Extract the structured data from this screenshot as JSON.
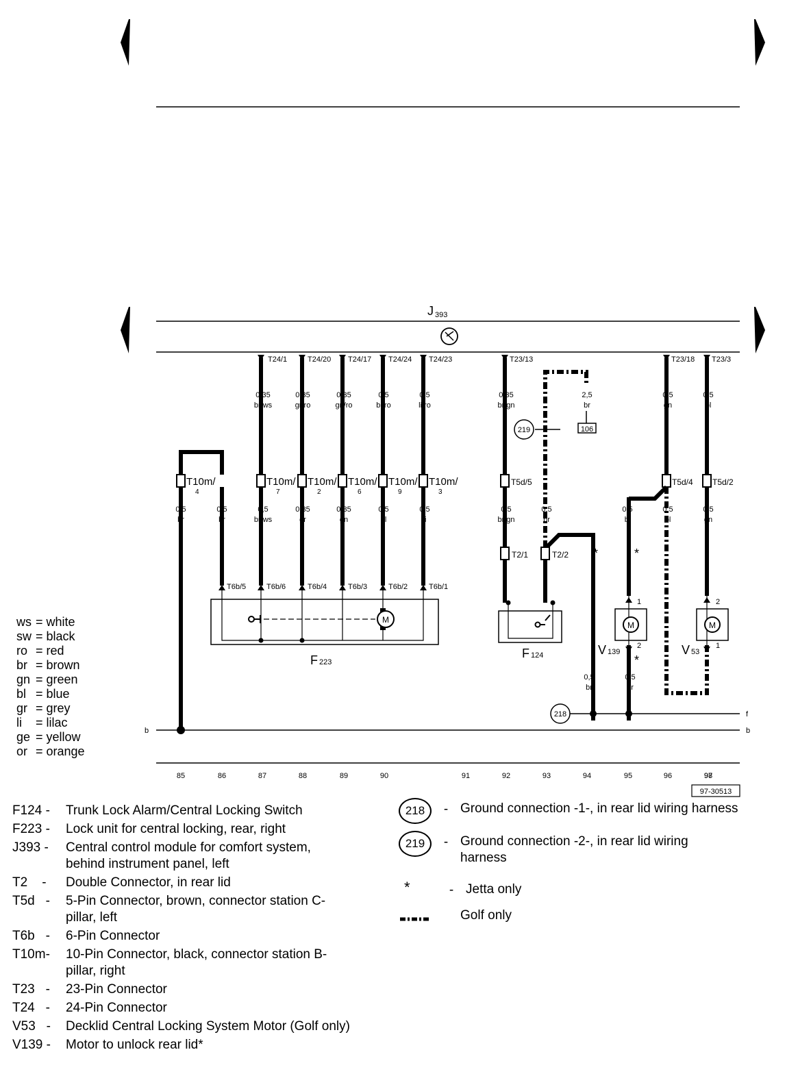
{
  "module": {
    "name": "J",
    "sub": "393"
  },
  "top_pins": [
    {
      "label": "T24/1"
    },
    {
      "label": "T24/20"
    },
    {
      "label": "T24/17"
    },
    {
      "label": "T24/24"
    },
    {
      "label": "T24/23"
    },
    {
      "label": "T23/13"
    },
    {
      "label": "T23/18"
    },
    {
      "label": "T23/3"
    }
  ],
  "upper_wires": [
    {
      "size": "0,35",
      "color": "br/ws"
    },
    {
      "size": "0,35",
      "color": "gr/ro"
    },
    {
      "size": "0,35",
      "color": "gn/ro"
    },
    {
      "size": "0,5",
      "color": "bl/ro"
    },
    {
      "size": "0,5",
      "color": "li/ro"
    },
    {
      "size": "0,35",
      "color": "br/gn"
    },
    {
      "size": "2,5",
      "color": "br"
    },
    {
      "size": "0,5",
      "color": "gn"
    },
    {
      "size": "0,5",
      "color": "bl"
    }
  ],
  "t10_connectors": [
    {
      "main": "T10m/",
      "pin": "4"
    },
    {
      "main": "T10m/",
      "pin": "7"
    },
    {
      "main": "T10m/",
      "pin": "2"
    },
    {
      "main": "T10m/",
      "pin": "6"
    },
    {
      "main": "T10m/",
      "pin": "9"
    },
    {
      "main": "T10m/",
      "pin": "3"
    }
  ],
  "t5_connectors": [
    {
      "label": "T5d/5"
    },
    {
      "label": "T5d/4"
    },
    {
      "label": "T5d/2"
    }
  ],
  "mid_wires": [
    {
      "size": "0,5",
      "color": "br"
    },
    {
      "size": "0,5",
      "color": "br"
    },
    {
      "size": "0,5",
      "color": "br/ws"
    },
    {
      "size": "0,35",
      "color": "gr"
    },
    {
      "size": "0,35",
      "color": "gn"
    },
    {
      "size": "0,5",
      "color": "bl"
    },
    {
      "size": "0,5",
      "color": "li"
    },
    {
      "size": "0,5",
      "color": "br/gn"
    },
    {
      "size": "0,5",
      "color": "br"
    },
    {
      "size": "0,5",
      "color": "bl"
    },
    {
      "size": "0,5",
      "color": "bl"
    },
    {
      "size": "0,5",
      "color": "gn"
    }
  ],
  "t2_connectors": [
    {
      "label": "T2/1"
    },
    {
      "label": "T2/2"
    }
  ],
  "t6_pins": [
    {
      "label": "T6b/5"
    },
    {
      "label": "T6b/6"
    },
    {
      "label": "T6b/4"
    },
    {
      "label": "T6b/3"
    },
    {
      "label": "T6b/2"
    },
    {
      "label": "T6b/1"
    }
  ],
  "lower_wires": [
    {
      "size": "0,5",
      "color": "br"
    },
    {
      "size": "0,5",
      "color": "br"
    }
  ],
  "components": {
    "f223": {
      "main": "F",
      "sub": "223"
    },
    "f124": {
      "main": "F",
      "sub": "124"
    },
    "v139": {
      "main": "V",
      "sub": "139"
    },
    "v53": {
      "main": "V",
      "sub": "53"
    },
    "motor_symbol": "M",
    "v139_pin_top": "1",
    "v139_pin_bottom": "2",
    "v53_pin_top": "2",
    "v53_pin_bottom": "1"
  },
  "grounds": {
    "g219": "219",
    "g218": "218",
    "g106": "106"
  },
  "jetta_marks": [
    "*",
    "*",
    "*"
  ],
  "rail_labels": {
    "b_left": "b",
    "b_right": "b",
    "f_right": "f"
  },
  "positions": [
    "85",
    "86",
    "87",
    "88",
    "89",
    "90",
    "91",
    "92",
    "93",
    "94",
    "95",
    "96",
    "97",
    "98"
  ],
  "ref_number": "97-30513",
  "color_key": [
    {
      "code": "ws",
      "name": "= white"
    },
    {
      "code": "sw",
      "name": "= black"
    },
    {
      "code": "ro",
      "name": "= red"
    },
    {
      "code": "br",
      "name": "= brown"
    },
    {
      "code": "gn",
      "name": "= green"
    },
    {
      "code": "bl",
      "name": "= blue"
    },
    {
      "code": "gr",
      "name": "= grey"
    },
    {
      "code": "li",
      "name": "= lilac"
    },
    {
      "code": "ge",
      "name": "= yellow"
    },
    {
      "code": "or",
      "name": "= orange"
    }
  ],
  "legend": [
    {
      "code": "F124 -",
      "desc": "Trunk Lock Alarm/Central Locking Switch"
    },
    {
      "code": "F223 -",
      "desc": "Lock unit for central locking, rear, right"
    },
    {
      "code": "J393 -",
      "desc": "Central control module for comfort system, behind instrument panel, left"
    },
    {
      "code": "T2    -",
      "desc": "Double Connector, in rear lid"
    },
    {
      "code": "T5d   -",
      "desc": "5-Pin Connector, brown, connector station C-pillar, left"
    },
    {
      "code": "T6b   -",
      "desc": "6-Pin Connector"
    },
    {
      "code": "T10m-",
      "desc": "10-Pin Connector, black, connector station B-pillar, right"
    },
    {
      "code": "T23   -",
      "desc": "23-Pin Connector"
    },
    {
      "code": "T24   -",
      "desc": "24-Pin Connector"
    },
    {
      "code": "V53   -",
      "desc": "Decklid Central Locking System Motor (Golf only)"
    },
    {
      "code": "V139 -",
      "desc": "Motor to unlock rear lid*"
    }
  ],
  "legend_right": {
    "g218_num": "218",
    "g218_desc": "Ground connection -1-, in rear lid wiring harness",
    "g219_num": "219",
    "g219_desc": "Ground connection -2-, in rear lid wiring harness",
    "jetta_symbol": "*",
    "jetta_desc": "Jetta only",
    "golf_desc": "Golf only",
    "dash": "-"
  }
}
